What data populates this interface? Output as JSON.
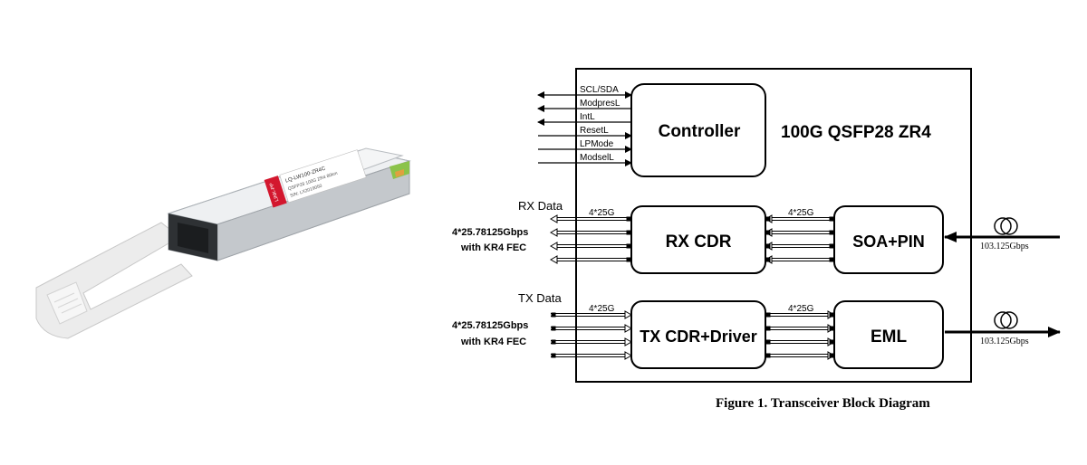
{
  "product_photo": {
    "label_lines": [
      "LQ-LW100-ZR4C",
      "QSFP28 100G ZR4 80km",
      "S/N: LX2019050"
    ],
    "brand_text": "LINK-PP"
  },
  "diagram": {
    "title": "100G QSFP28 ZR4",
    "caption": "Figure 1. Transceiver Block Diagram",
    "blocks": {
      "controller": "Controller",
      "rx_cdr": "RX CDR",
      "soa_pin": "SOA+PIN",
      "tx_cdr_driver": "TX CDR+Driver",
      "eml": "EML"
    },
    "control_signals": [
      "SCL/SDA",
      "ModpresL",
      "IntL",
      "ResetL",
      "LPMode",
      "ModselL"
    ],
    "rx": {
      "title": "RX Data",
      "rate_line1": "4*25.78125Gbps",
      "rate_line2": "with KR4 FEC",
      "lane_label_left": "4*25G",
      "lane_label_right": "4*25G",
      "optical_rate": "103.125Gbps"
    },
    "tx": {
      "title": "TX Data",
      "rate_line1": "4*25.78125Gbps",
      "rate_line2": "with KR4 FEC",
      "lane_label_left": "4*25G",
      "lane_label_right": "4*25G",
      "optical_rate": "103.125Gbps"
    }
  }
}
